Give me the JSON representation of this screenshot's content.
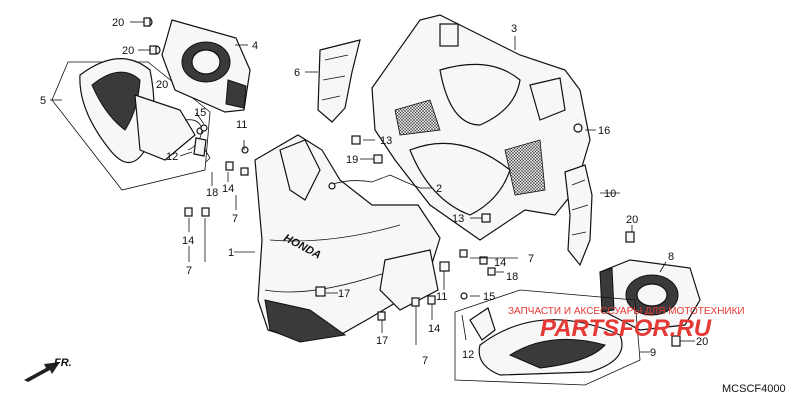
{
  "diagram_code": "MCSCF4000",
  "direction_label": "FR.",
  "brand_on_part": "HONDA",
  "watermark": {
    "line1": "ЗАПЧАСТИ И АКСЕССУАРЫ ДЛЯ МОТОТЕХНИКИ",
    "line2": "PARTSFOR.RU",
    "color": "#e53935"
  },
  "callouts": {
    "c1": "1",
    "c2": "2",
    "c3": "3",
    "c4": "4",
    "c5": "5",
    "c6": "6",
    "c7a": "7",
    "c7b": "7",
    "c7c": "7",
    "c7d": "7",
    "c8": "8",
    "c9": "9",
    "c10": "10",
    "c11a": "11",
    "c11b": "11",
    "c12a": "12",
    "c12b": "12",
    "c13a": "13",
    "c13b": "13",
    "c14a": "14",
    "c14b": "14",
    "c14c": "14",
    "c14d": "14",
    "c15a": "15",
    "c15b": "15",
    "c16": "16",
    "c17a": "17",
    "c17b": "17",
    "c18a": "18",
    "c18b": "18",
    "c19": "19",
    "c20a": "20",
    "c20b": "20",
    "c20c": "20",
    "c20d": "20"
  }
}
